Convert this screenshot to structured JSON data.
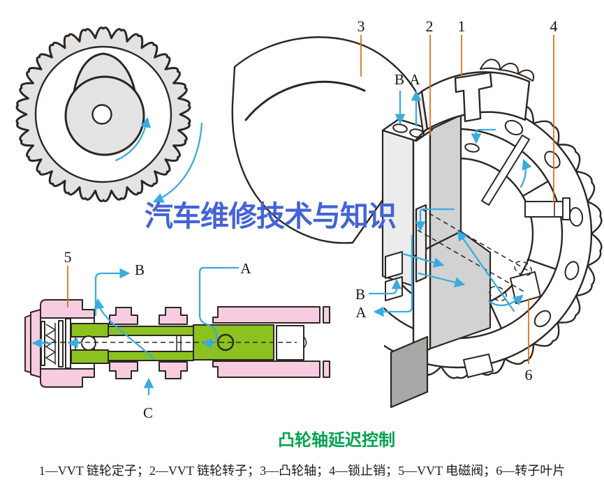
{
  "colors": {
    "line": "#2c2622",
    "gray_light": "#ececec",
    "gray_mid": "#d2d2d2",
    "gray_dark": "#a8a8a8",
    "sprocket_fill": "#e3e3e3",
    "pink": "#f8cce0",
    "green": "#8cc21f",
    "cyan": "#3aabdf",
    "orange": "#e0701a",
    "watermark_blue": "#4363d6",
    "title_green": "#00a24f"
  },
  "watermark": {
    "text": "汽车维修技术与知识"
  },
  "caption": {
    "title": "凸轮轴延迟控制",
    "legend_items": [
      "1—VVT 链轮定子；",
      "2—VVT 链轮转子；",
      "3—凸轮轴；",
      "4—锁止销；",
      "5—VVT 电磁阀；",
      "6—转子叶片"
    ]
  },
  "cutaway": {
    "labels": {
      "n1": "1",
      "n2": "2",
      "n3": "3",
      "n4": "4",
      "n6": "6",
      "port_b": "B",
      "port_a": "A",
      "out_b": "B",
      "out_a": "A"
    }
  },
  "valve": {
    "labels": {
      "n5": "5",
      "b": "B",
      "a": "A",
      "c": "C"
    }
  }
}
